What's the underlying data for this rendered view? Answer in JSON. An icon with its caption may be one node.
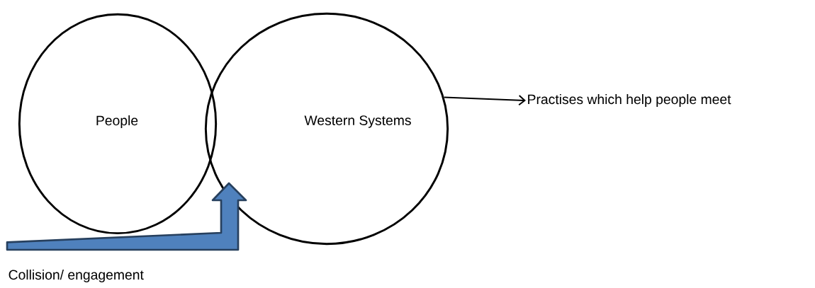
{
  "diagram": {
    "nodes": [
      {
        "text": [
          "People"
        ]
      },
      {
        "text": [
          "Western Systems"
        ]
      },
      {
        "text": [
          "Practises which help people meet"
        ]
      },
      {
        "text": [
          "Collision/ engagement"
        ]
      }
    ],
    "edges": [
      {
        "from": 1,
        "to": 2,
        "arrow": "to"
      },
      {
        "from": 3,
        "to": null,
        "arrow": "to",
        "style": "thick",
        "color": "#4f81bd"
      }
    ]
  }
}
